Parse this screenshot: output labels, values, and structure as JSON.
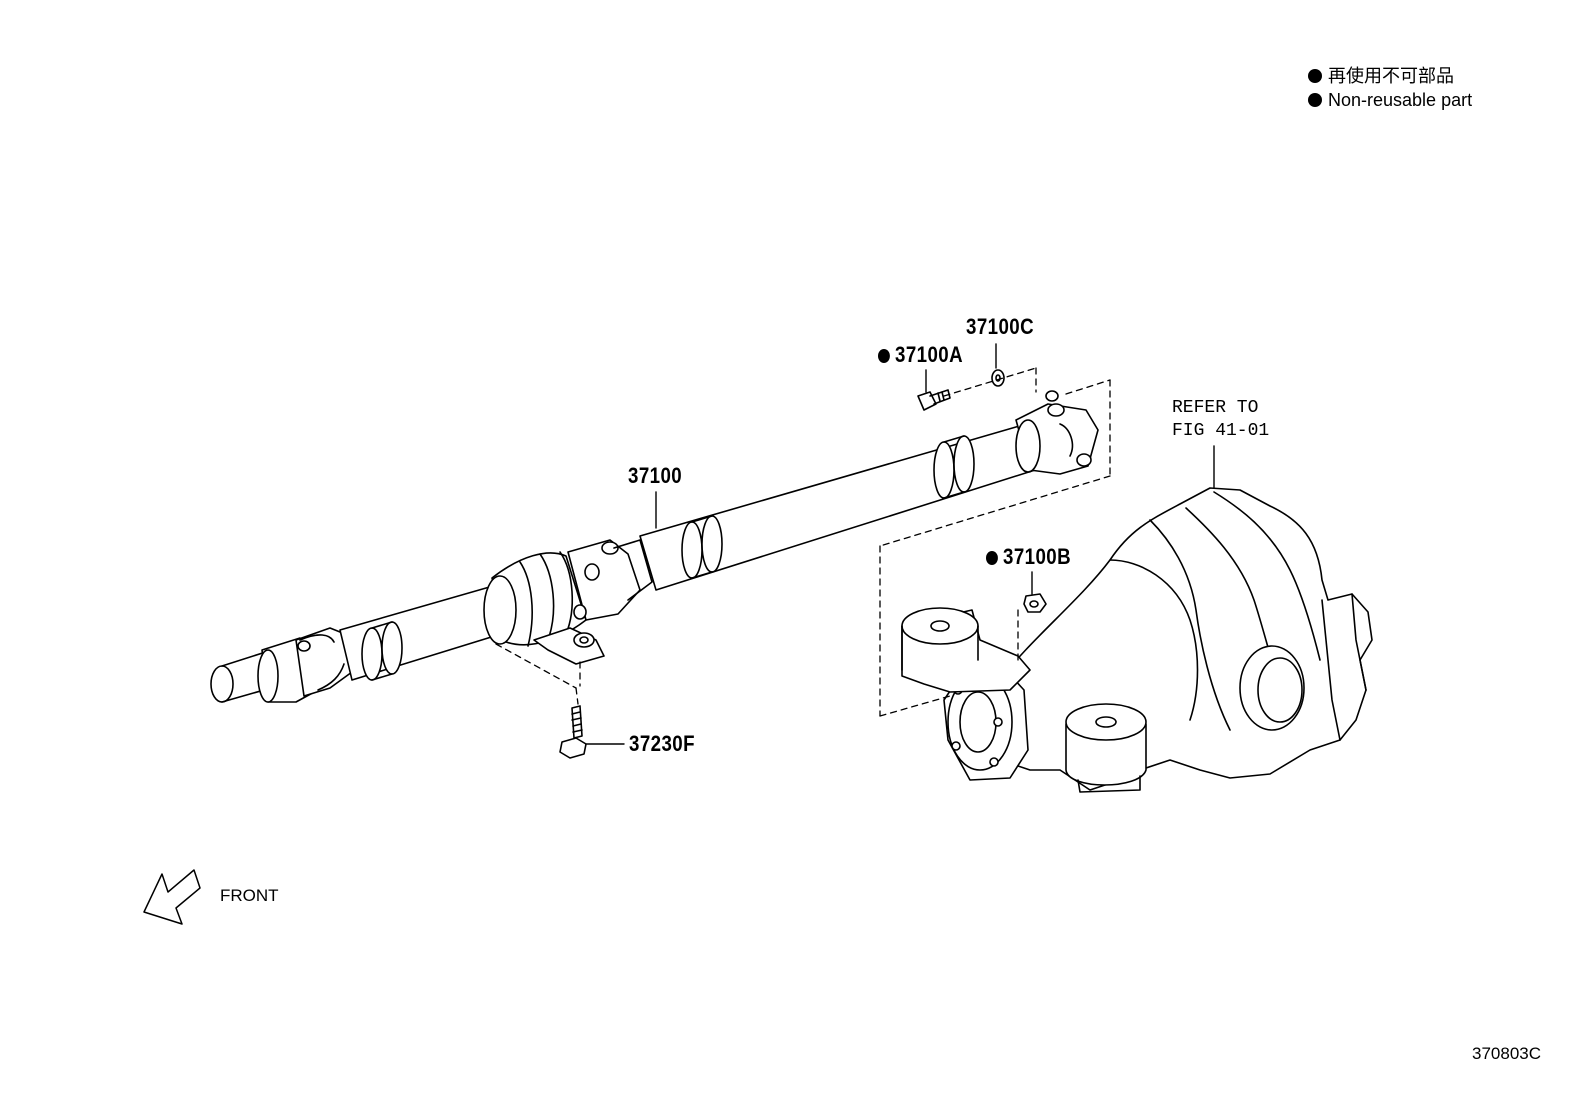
{
  "legend": {
    "line_jp": "再使用不可部品",
    "line_en": "Non-reusable part",
    "bullet_icon": "filled-circle"
  },
  "parts": {
    "propeller_shaft": "37100",
    "flange_bolt": "37100A",
    "flange_nut": "37100B",
    "washer": "37100C",
    "bearing_bolt": "37230F"
  },
  "reference": {
    "line1": "REFER TO",
    "line2": "FIG 41-01"
  },
  "direction": {
    "label": "FRONT",
    "icon": "front-arrow-icon"
  },
  "figure_code": "370803C",
  "colors": {
    "line": "#000000",
    "background": "#ffffff"
  }
}
